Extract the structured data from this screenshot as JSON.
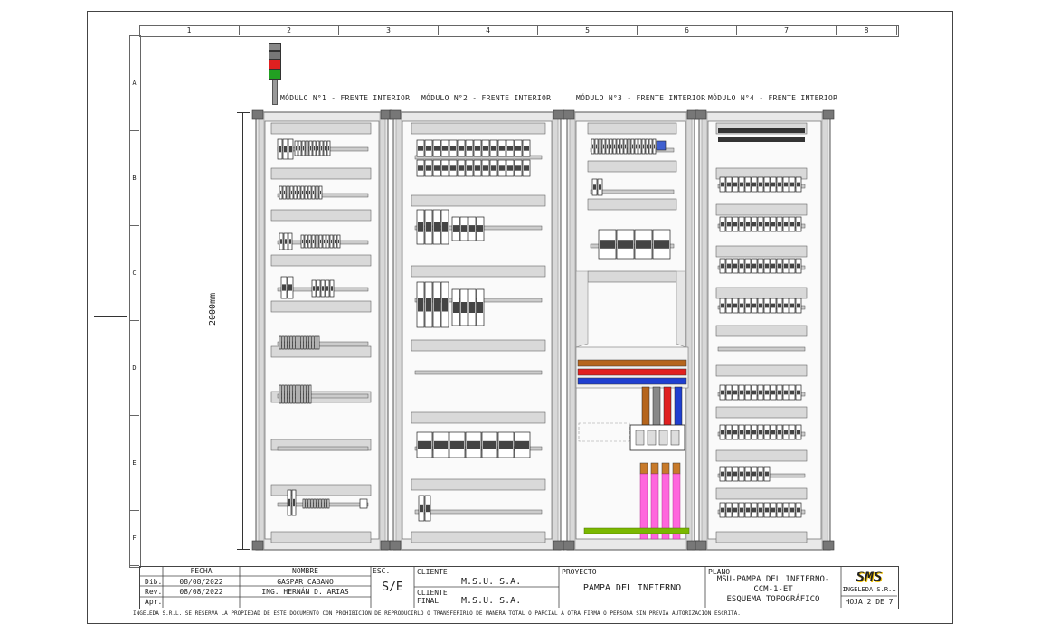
{
  "grid": {
    "columns": [
      "1",
      "2",
      "3",
      "4",
      "5",
      "6",
      "7",
      "8"
    ],
    "rows": [
      "A",
      "B",
      "C",
      "D",
      "E",
      "F"
    ]
  },
  "modules": [
    {
      "title": "MÓDULO N°1 - FRENTE INTERIOR"
    },
    {
      "title": "MÓDULO N°2 - FRENTE INTERIOR"
    },
    {
      "title": "MÓDULO N°3 - FRENTE INTERIOR"
    },
    {
      "title": "MÓDULO N°4 - FRENTE INTERIOR"
    }
  ],
  "dimension": {
    "height_label": "2000mm"
  },
  "title_block": {
    "headers": {
      "fecha": "FECHA",
      "nombre": "NOMBRE",
      "esc": "ESC."
    },
    "rows": [
      {
        "role": "Dib.",
        "date": "08/08/2022",
        "name": "GASPAR CABANO"
      },
      {
        "role": "Rev.",
        "date": "08/08/2022",
        "name": "ING. HERNÁN D. ARIAS"
      },
      {
        "role": "Apr.",
        "date": "",
        "name": ""
      }
    ],
    "scale": "S/E",
    "client_label": "CLIENTE",
    "client_value": "M.S.U. S.A.",
    "final_client_label": "CLIENTE\nFINAL",
    "final_client_value": "M.S.U. S.A.",
    "project_label": "PROYECTO",
    "project_value": "PAMPA DEL INFIERNO",
    "plan_label": "PLANO",
    "plan_line1": "MSU-PAMPA DEL INFIERNO-",
    "plan_line2": "CCM-1-ET",
    "plan_line3": "ESQUEMA TOPOGRÁFICO",
    "company_logo": "SMS",
    "company": "INGELEDA S.R.L",
    "sheet": "HOJA 2 DE 7"
  },
  "disclaimer": "INGELEDA S.R.L. SE RESERVA LA PROPIEDAD DE ESTE DOCUMENTO CON PROHIBICION DE REPRODUCIRLO O TRANSFERIRLO DE MANERA TOTAL O PARCIAL A OTRA FIRMA O PERSONA SIN PREVIA AUTORIZACION ESCRITA.",
  "colors": {
    "busbar_brown": "#b5651d",
    "busbar_red": "#e02020",
    "busbar_blue": "#1f3fd0",
    "cable_pink": "#ff66dd",
    "earth_bar": "#7ab800",
    "logo_yellow": "#f0c000"
  }
}
